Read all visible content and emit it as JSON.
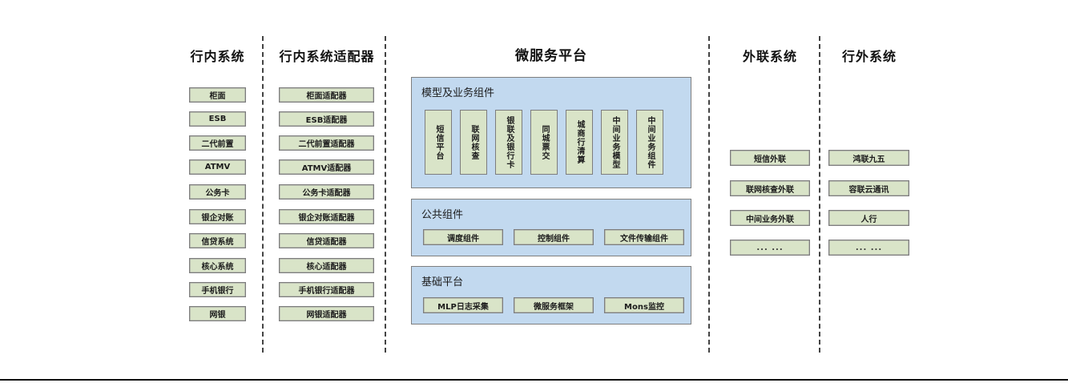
{
  "diagram": {
    "columns": [
      {
        "id": "internal-systems",
        "title": "行内系统",
        "items": [
          {
            "label": "柜面"
          },
          {
            "label": "ESB"
          },
          {
            "label": "二代前置"
          },
          {
            "label": "ATMV"
          },
          {
            "label": "公务卡"
          },
          {
            "label": "银企对账"
          },
          {
            "label": "信贷系统"
          },
          {
            "label": "核心系统"
          },
          {
            "label": "手机银行"
          },
          {
            "label": "网银"
          }
        ]
      },
      {
        "id": "internal-system-adapters",
        "title": "行内系统适配器",
        "items": [
          {
            "label": "柜面适配器"
          },
          {
            "label": "ESB适配器"
          },
          {
            "label": "二代前置适配器"
          },
          {
            "label": "ATMV适配器"
          },
          {
            "label": "公务卡适配器"
          },
          {
            "label": "银企对账适配器"
          },
          {
            "label": "信贷适配器"
          },
          {
            "label": "核心适配器"
          },
          {
            "label": "手机银行适配器"
          },
          {
            "label": "网银适配器"
          }
        ]
      },
      {
        "id": "microservice-platform",
        "title": "微服务平台",
        "panels": [
          {
            "id": "model-business-components",
            "label": "模型及业务组件",
            "orientation": "vertical",
            "items": [
              {
                "label": "短信平台"
              },
              {
                "label": "联网核查"
              },
              {
                "label": "银联及银行卡"
              },
              {
                "label": "同城票交"
              },
              {
                "label": "城商行清算"
              },
              {
                "label": "中间业务模型"
              },
              {
                "label": "中间业务组件"
              }
            ]
          },
          {
            "id": "public-components",
            "label": "公共组件",
            "orientation": "horizontal",
            "items": [
              {
                "label": "调度组件"
              },
              {
                "label": "控制组件"
              },
              {
                "label": "文件传输组件"
              }
            ]
          },
          {
            "id": "basic-platform",
            "label": "基础平台",
            "orientation": "horizontal",
            "items": [
              {
                "label": "MLP日志采集"
              },
              {
                "label": "微服务框架"
              },
              {
                "label": "Mons监控"
              }
            ]
          }
        ]
      },
      {
        "id": "external-link-systems",
        "title": "外联系统",
        "items": [
          {
            "label": "短信外联"
          },
          {
            "label": "联网核查外联"
          },
          {
            "label": "中间业务外联"
          },
          {
            "label": "... ..."
          }
        ]
      },
      {
        "id": "outside-bank-systems",
        "title": "行外系统",
        "items": [
          {
            "label": "鸿联九五"
          },
          {
            "label": "容联云通讯"
          },
          {
            "label": "人行"
          },
          {
            "label": "... ..."
          }
        ]
      }
    ],
    "colors": {
      "node_fill": "#d9e4c8",
      "node_border": "#7d7d7d",
      "panel_fill": "#c2d9ef",
      "panel_border": "#7f7f7f",
      "separator": "#444444",
      "text": "#1a1a1a"
    }
  }
}
